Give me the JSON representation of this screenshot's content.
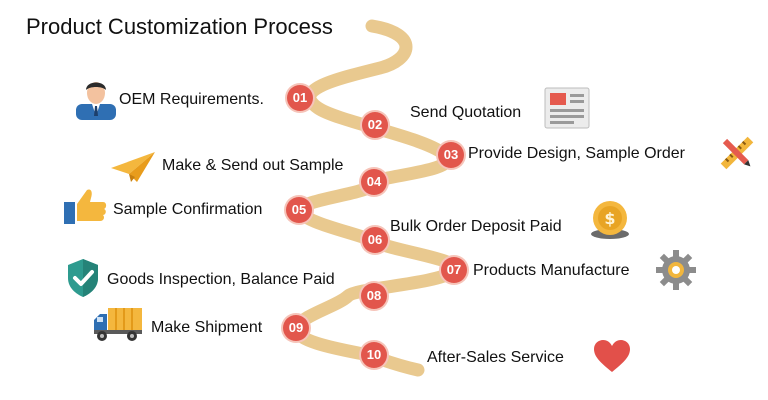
{
  "title": "Product Customization Process",
  "colors": {
    "path": "#e9c98f",
    "badge": "#e2564c",
    "badge_text": "#ffffff",
    "text": "#111111"
  },
  "steps": [
    {
      "number": "01",
      "label": "OEM Requirements.",
      "icon": "person-icon"
    },
    {
      "number": "02",
      "label": "Send Quotation",
      "icon": "newspaper-icon"
    },
    {
      "number": "03",
      "label": "Provide Design, Sample Order",
      "icon": "ruler-pencil-icon"
    },
    {
      "number": "04",
      "label": "Make & Send out Sample",
      "icon": "paper-plane-icon"
    },
    {
      "number": "05",
      "label": "Sample Confirmation",
      "icon": "thumbs-up-icon"
    },
    {
      "number": "06",
      "label": "Bulk Order Deposit Paid",
      "icon": "coin-icon"
    },
    {
      "number": "07",
      "label": "Products Manufacture",
      "icon": "gear-icon"
    },
    {
      "number": "08",
      "label": "Goods Inspection, Balance Paid",
      "icon": "shield-check-icon"
    },
    {
      "number": "09",
      "label": "Make Shipment",
      "icon": "truck-icon"
    },
    {
      "number": "10",
      "label": "After-Sales Service",
      "icon": "heart-icon"
    }
  ]
}
